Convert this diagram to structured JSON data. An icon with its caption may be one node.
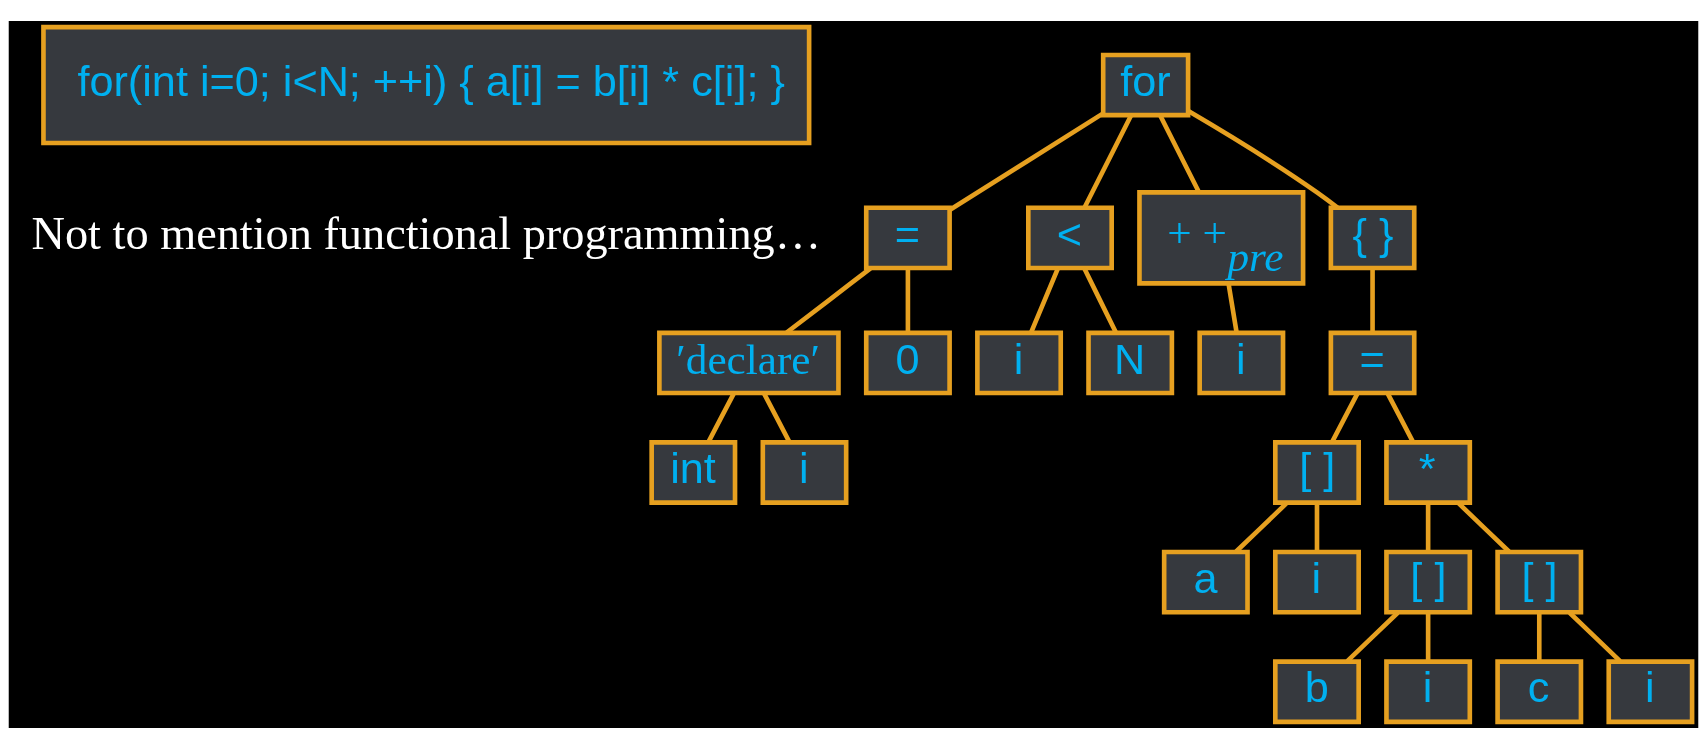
{
  "diagram": {
    "nodes": [
      {
        "text": [
          "for(int i=0; i<N; ++i) { a[i] = b[i] * c[i]; }"
        ]
      },
      {
        "text": [
          "for"
        ]
      },
      {
        "text": [
          "="
        ]
      },
      {
        "text": [
          "<"
        ]
      },
      {
        "text": [
          "+ +$_{pre}$"
        ]
      },
      {
        "text": [
          "{ }"
        ]
      },
      {
        "text": [
          "′declare′"
        ]
      },
      {
        "text": [
          "0"
        ]
      },
      {
        "text": [
          "i"
        ]
      },
      {
        "text": [
          "N"
        ]
      },
      {
        "text": [
          "i"
        ]
      },
      {
        "text": [
          "="
        ]
      },
      {
        "text": [
          "int"
        ]
      },
      {
        "text": [
          "i"
        ]
      },
      {
        "text": [
          "[ ]"
        ]
      },
      {
        "text": [
          "*"
        ]
      },
      {
        "text": [
          "a"
        ]
      },
      {
        "text": [
          "i"
        ]
      },
      {
        "text": [
          "[ ]"
        ]
      },
      {
        "text": [
          "[ ]"
        ]
      },
      {
        "text": [
          "b"
        ]
      },
      {
        "text": [
          "i"
        ]
      },
      {
        "text": [
          "c"
        ]
      },
      {
        "text": [
          "i"
        ]
      }
    ],
    "edges": [
      {
        "from": 1,
        "to": 2,
        "arrow": "none"
      },
      {
        "from": 1,
        "to": 3,
        "arrow": "none"
      },
      {
        "from": 1,
        "to": 4,
        "arrow": "none"
      },
      {
        "from": 1,
        "to": 5,
        "arrow": "none"
      },
      {
        "from": 2,
        "to": 6,
        "arrow": "none"
      },
      {
        "from": 2,
        "to": 7,
        "arrow": "none"
      },
      {
        "from": 3,
        "to": 8,
        "arrow": "none"
      },
      {
        "from": 3,
        "to": 9,
        "arrow": "none"
      },
      {
        "from": 4,
        "to": 10,
        "arrow": "none"
      },
      {
        "from": 5,
        "to": 11,
        "arrow": "none"
      },
      {
        "from": 6,
        "to": 12,
        "arrow": "none"
      },
      {
        "from": 6,
        "to": 13,
        "arrow": "none"
      },
      {
        "from": 11,
        "to": 14,
        "arrow": "none"
      },
      {
        "from": 11,
        "to": 15,
        "arrow": "none"
      },
      {
        "from": 14,
        "to": 16,
        "arrow": "none"
      },
      {
        "from": 14,
        "to": 17,
        "arrow": "none"
      },
      {
        "from": 15,
        "to": 18,
        "arrow": "none"
      },
      {
        "from": 15,
        "to": 19,
        "arrow": "none"
      },
      {
        "from": 18,
        "to": 20,
        "arrow": "none"
      },
      {
        "from": 18,
        "to": 21,
        "arrow": "none"
      },
      {
        "from": 19,
        "to": 22,
        "arrow": "none"
      },
      {
        "from": 19,
        "to": 23,
        "arrow": "none"
      }
    ],
    "labels": [
      "Not to mention functional programming…"
    ]
  }
}
